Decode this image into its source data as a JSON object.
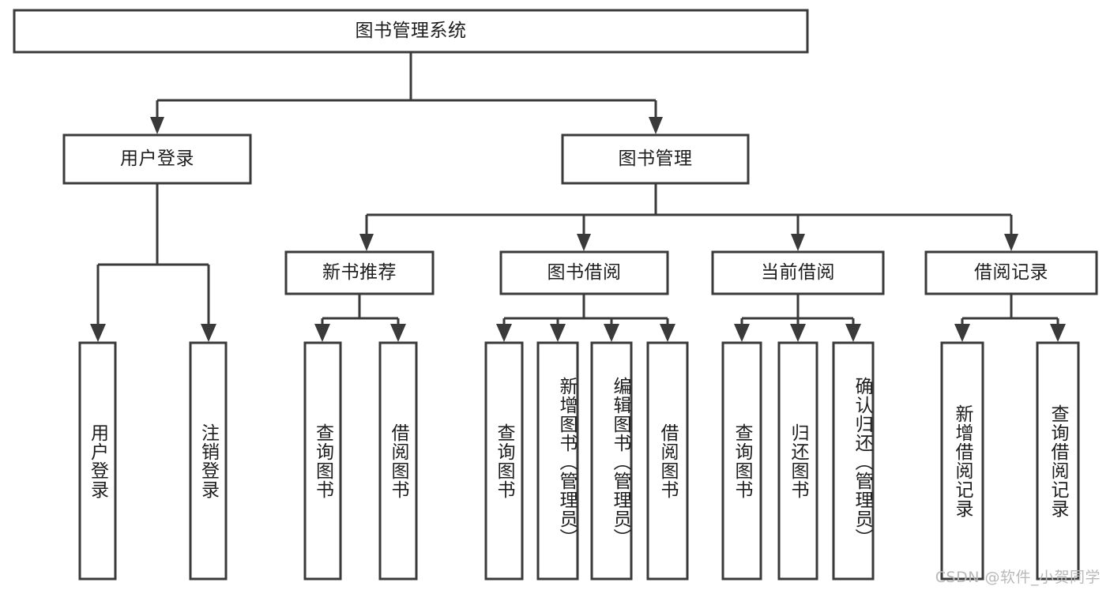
{
  "diagram": {
    "title": "图书管理系统",
    "type": "tree-hierarchy-chart",
    "background_color": "#ffffff",
    "line_color": "#3a3a3a",
    "text_color": "#1d1d1d",
    "root": {
      "label": "图书管理系统"
    },
    "level1": [
      {
        "label": "用户登录"
      },
      {
        "label": "图书管理"
      }
    ],
    "level2": [
      {
        "label": "新书推荐"
      },
      {
        "label": "图书借阅"
      },
      {
        "label": "当前借阅"
      },
      {
        "label": "借阅记录"
      }
    ],
    "leaves": {
      "user_login": [
        {
          "label": "用户登录"
        },
        {
          "label": "注销登录"
        }
      ],
      "new_book_recommend": [
        {
          "label": "查询图书"
        },
        {
          "label": "借阅图书"
        }
      ],
      "book_borrow": [
        {
          "label": "查询图书"
        },
        {
          "label": "新增图书（管理员）"
        },
        {
          "label": "编辑图书（管理员）"
        },
        {
          "label": "借阅图书"
        }
      ],
      "current_borrow": [
        {
          "label": "查询图书"
        },
        {
          "label": "归还图书"
        },
        {
          "label": "确认归还（管理员）"
        }
      ],
      "borrow_record": [
        {
          "label": "新增借阅记录"
        },
        {
          "label": "查询借阅记录"
        }
      ]
    }
  },
  "watermark": {
    "text": "CSDN @软件_小贺同学"
  }
}
